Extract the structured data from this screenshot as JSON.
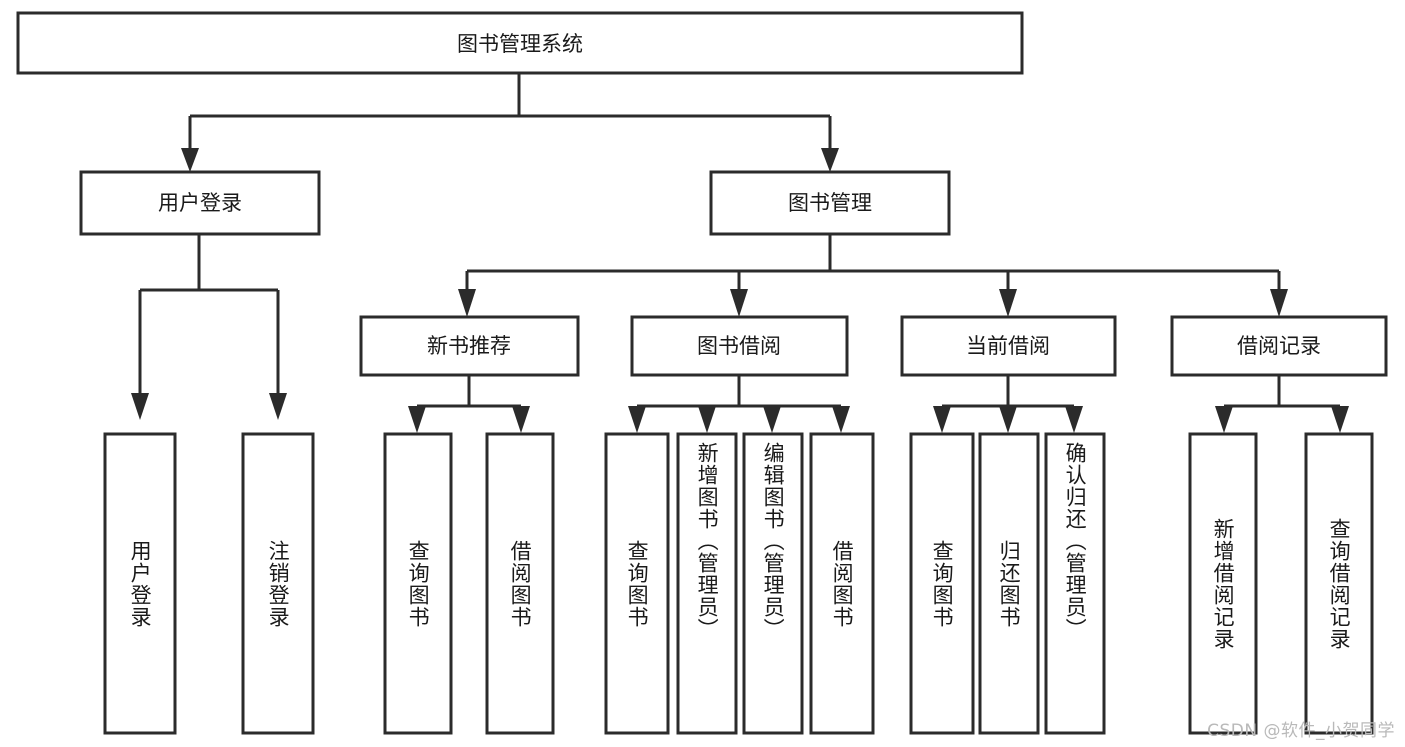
{
  "diagram": {
    "type": "tree-hierarchy",
    "title": "图书管理系统",
    "root": {
      "id": "root",
      "label": "图书管理系统",
      "orientation": "horizontal"
    },
    "level2": [
      {
        "id": "user-login",
        "label": "用户登录",
        "orientation": "horizontal"
      },
      {
        "id": "book-manage",
        "label": "图书管理",
        "orientation": "horizontal"
      }
    ],
    "level3": [
      {
        "id": "new-book-rec",
        "label": "新书推荐",
        "orientation": "horizontal",
        "parent": "book-manage"
      },
      {
        "id": "book-borrow",
        "label": "图书借阅",
        "orientation": "horizontal",
        "parent": "book-manage"
      },
      {
        "id": "current-borrow",
        "label": "当前借阅",
        "orientation": "horizontal",
        "parent": "book-manage"
      },
      {
        "id": "borrow-record",
        "label": "借阅记录",
        "orientation": "horizontal",
        "parent": "book-manage"
      }
    ],
    "leaves": [
      {
        "id": "leaf-user-login",
        "label": "用户登录",
        "orientation": "vertical",
        "parent": "user-login"
      },
      {
        "id": "leaf-user-logout",
        "label": "注销登录",
        "orientation": "vertical",
        "parent": "user-login"
      },
      {
        "id": "leaf-query-book-1",
        "label": "查询图书",
        "orientation": "vertical",
        "parent": "new-book-rec"
      },
      {
        "id": "leaf-borrow-book-1",
        "label": "借阅图书",
        "orientation": "vertical",
        "parent": "new-book-rec"
      },
      {
        "id": "leaf-query-book-2",
        "label": "查询图书",
        "orientation": "vertical",
        "parent": "book-borrow"
      },
      {
        "id": "leaf-add-book",
        "label": "新增图书（管理员）",
        "orientation": "vertical",
        "parent": "book-borrow"
      },
      {
        "id": "leaf-edit-book",
        "label": "编辑图书（管理员）",
        "orientation": "vertical",
        "parent": "book-borrow"
      },
      {
        "id": "leaf-borrow-book-2",
        "label": "借阅图书",
        "orientation": "vertical",
        "parent": "book-borrow"
      },
      {
        "id": "leaf-query-book-3",
        "label": "查询图书",
        "orientation": "vertical",
        "parent": "current-borrow"
      },
      {
        "id": "leaf-return-book",
        "label": "归还图书",
        "orientation": "vertical",
        "parent": "current-borrow"
      },
      {
        "id": "leaf-confirm-return",
        "label": "确认归还（管理员）",
        "orientation": "vertical",
        "parent": "current-borrow"
      },
      {
        "id": "leaf-add-record",
        "label": "新增借阅记录",
        "orientation": "vertical",
        "parent": "borrow-record"
      },
      {
        "id": "leaf-query-record",
        "label": "查询借阅记录",
        "orientation": "vertical",
        "parent": "borrow-record"
      }
    ],
    "colors": {
      "stroke": "#2b2b2b",
      "fill": "#ffffff",
      "text": "#1a1a1a",
      "background": "#ffffff",
      "watermark": "#b9b9b9"
    }
  },
  "watermark": {
    "text": "CSDN @软件_小贺同学"
  }
}
